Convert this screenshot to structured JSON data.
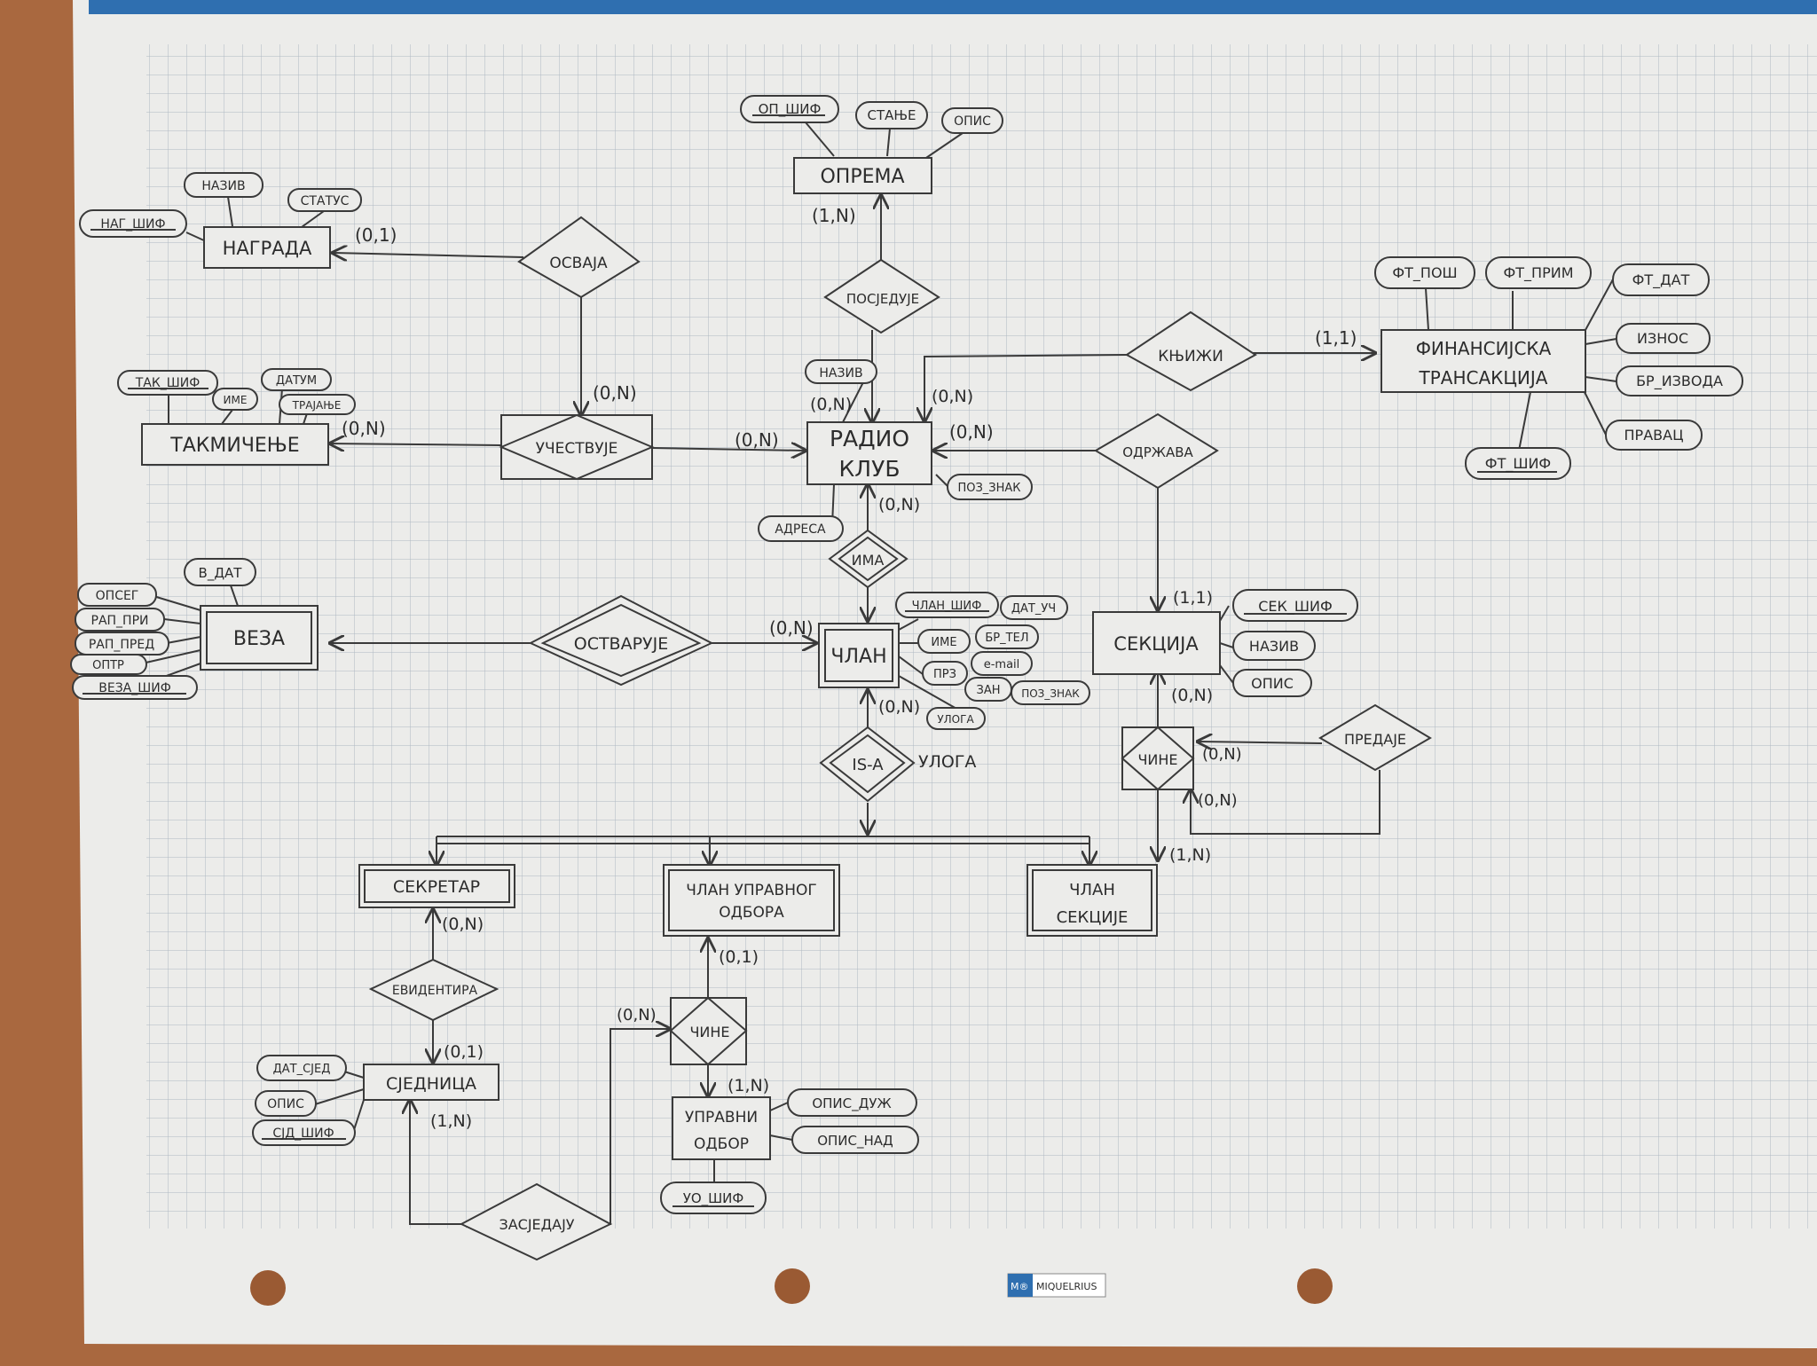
{
  "colors": {
    "table": "#a9683f",
    "paper": "#ececea",
    "grid": "#aeb8c2",
    "ink": "#3a3a3a",
    "blue_strip": "#2f6fb0",
    "hole": "#9a5a33"
  },
  "entities": {
    "oprema": "ОПРЕМА",
    "nagrada": "НАГРАДА",
    "takmicenje": "ТАКМИЧЕЊЕ",
    "radio_klub_1": "РАДИО",
    "radio_klub_2": "КЛУБ",
    "finansijska_1": "ФИНАНСИЈСКА",
    "finansijska_2": "ТРАНСАКЦИЈА",
    "veza": "ВЕЗА",
    "clan": "ЧЛАН",
    "sekcija": "СЕКЦИЈА",
    "sekretar": "СЕКРЕТАР",
    "clan_uo_1": "ЧЛАН УПРАВНОГ",
    "clan_uo_2": "ОДБОРА",
    "clan_sekcije_1": "ЧЛАН",
    "clan_sekcije_2": "СЕКЦИЈЕ",
    "sednica": "СЈЕДНИЦА",
    "upravni_odbor_1": "УПРАВНИ",
    "upravni_odbor_2": "ОДБОР"
  },
  "relationships": {
    "osvaja": "ОСВАЈА",
    "poseduje": "ПОСЈЕДУЈЕ",
    "ucestvuje": "УЧЕСТВУЈЕ",
    "knjizi": "КЊИЖИ",
    "odrzava": "ОДРЖАВА",
    "ima": "ИМА",
    "ostvaruje": "ОСТВАРУЈЕ",
    "isa": "IS-A",
    "isa_label": "УЛОГА",
    "cine_sekcija": "ЧИНЕ",
    "predaje": "ПРЕДАЈЕ",
    "evidentira": "ЕВИДЕНТИРА",
    "cine_uo": "ЧИНЕ",
    "zasedaju": "ЗАСЈЕДАЈУ"
  },
  "attributes": {
    "op_sif": "ОП_ШИФ",
    "stanje": "СТАЊЕ",
    "opis_oprema": "ОПИС",
    "naziv_nagrada": "НАЗИВ",
    "status": "СТАТУС",
    "nag_sif": "НАГ_ШИФ",
    "tak_sif": "ТАК_ШИФ",
    "ime_tak": "ИМЕ",
    "datum": "ДАТУМ",
    "trajanje": "ТРАЈАЊЕ",
    "naziv_klub": "НАЗИВ",
    "adresa": "АДРЕСА",
    "poz_znak_klub": "ПОЗ_ЗНАК",
    "ft_pos": "ФТ_ПОШ",
    "ft_prim": "ФТ_ПРИМ",
    "ft_dat": "ФТ_ДАТ",
    "iznos": "ИЗНОС",
    "br_izvoda": "БР_ИЗВОДА",
    "pravac": "ПРАВАЦ",
    "ft_sif": "ФТ_ШИФ",
    "v_dat": "В_ДАТ",
    "opseg": "ОПСЕГ",
    "rap_pri": "РАП_ПРИ",
    "rap_pred": "РАП_ПРЕД",
    "op_tr": "ОПТР",
    "veza_sif": "ВЕЗА_ШИФ",
    "clan_sif": "ЧЛАН_ШИФ",
    "dat_uc": "ДАТ_УЧ",
    "ime_clan": "ИМЕ",
    "br_tel": "БР_ТЕЛ",
    "prz": "ПРЗ",
    "email": "e-mail",
    "zan": "ЗАН",
    "poz_znak_clan": "ПОЗ_ЗНАК",
    "uloga": "УЛОГА",
    "sek_sif": "СЕК_ШИФ",
    "naziv_sekcija": "НАЗИВ",
    "opis_sekcija": "ОПИС",
    "dat_sed": "ДАТ_СЈЕД",
    "opis_sed": "ОПИС",
    "sed_sif": "СЈД_ШИФ",
    "opis_duz": "ОПИС_ДУЖ",
    "opis_nad": "ОПИС_НАД",
    "uo_sif": "УО_ШИФ"
  },
  "cardinalities": {
    "nagrada_osvaja": "(0,1)",
    "oprema_poseduje": "(1,N)",
    "osvaja_ucestvuje": "(0,N)",
    "takmicenje_ucestvuje": "(0,N)",
    "klub_ucestvuje": "(0,N)",
    "klub_poseduje": "(0,N)",
    "klub_knjizi": "(0,N)",
    "finansijska_knjizi": "(1,1)",
    "klub_odrzava": "(0,N)",
    "klub_ima": "(0,N)",
    "clan_ostvaruje": "(0,N)",
    "sekcija_odrzava": "(1,1)",
    "clan_isa": "(0,N)",
    "sekcija_cine": "(0,N)",
    "cine_predaje": "(0,N)",
    "cine_loop": "(0,N)",
    "clan_sekcije": "(1,N)",
    "sekretar_evid": "(0,N)",
    "sednica_evid": "(0,1)",
    "uo_clan": "(0,1)",
    "cine_uo_left": "(0,N)",
    "odbor_cine": "(1,N)",
    "sednica_zased": "(1,N)"
  },
  "brand": {
    "logo_mark": "M®",
    "logo_text": "MIQUELRIUS"
  }
}
